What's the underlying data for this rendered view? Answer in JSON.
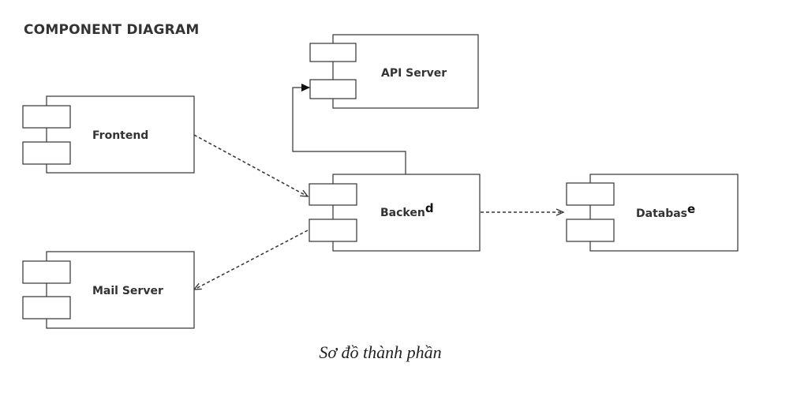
{
  "diagram": {
    "title": "COMPONENT DIAGRAM",
    "caption": "Sơ đồ thành phần",
    "components": {
      "api_server": {
        "label": "API Server"
      },
      "frontend": {
        "label": "Frontend"
      },
      "backend": {
        "label": "Backen",
        "label_tail": "d"
      },
      "mail_server": {
        "label": "Mail Server"
      },
      "database": {
        "label": "Databas",
        "label_tail": "e"
      }
    },
    "connections": [
      {
        "from": "frontend",
        "to": "backend",
        "style": "dashed-arrow"
      },
      {
        "from": "backend",
        "to": "mail_server",
        "style": "dashed-arrow"
      },
      {
        "from": "backend",
        "to": "database",
        "style": "dashed-arrow"
      },
      {
        "from": "backend",
        "to": "api_server",
        "style": "solid-arrow"
      }
    ],
    "colors": {
      "stroke": "#333333",
      "text": "#333333",
      "background": "#ffffff"
    }
  }
}
